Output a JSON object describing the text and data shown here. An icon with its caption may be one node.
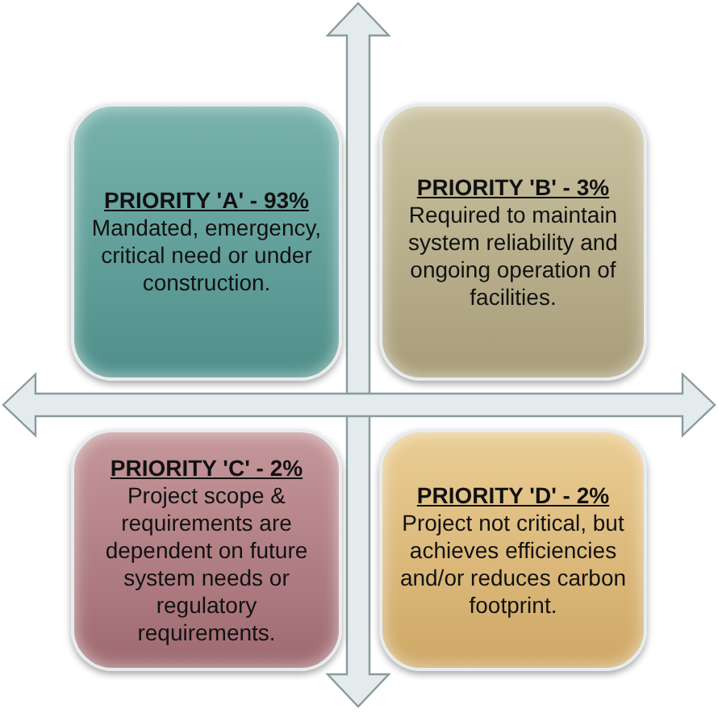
{
  "diagram": {
    "nodes": [
      {
        "text": [
          "PRIORITY 'A' - 93%",
          "Mandated, emergency, critical need or under construction."
        ]
      },
      {
        "text": [
          "PRIORITY 'B' - 3%",
          "Required to maintain system reliability and ongoing operation of facilities."
        ]
      },
      {
        "text": [
          "PRIORITY 'C' - 2%",
          "Project scope & requirements are dependent on future system needs or regulatory requirements."
        ]
      },
      {
        "text": [
          "PRIORITY 'D' - 2%",
          "Project not critical, but achieves efficiencies and/or reduces carbon footprint."
        ]
      }
    ]
  }
}
